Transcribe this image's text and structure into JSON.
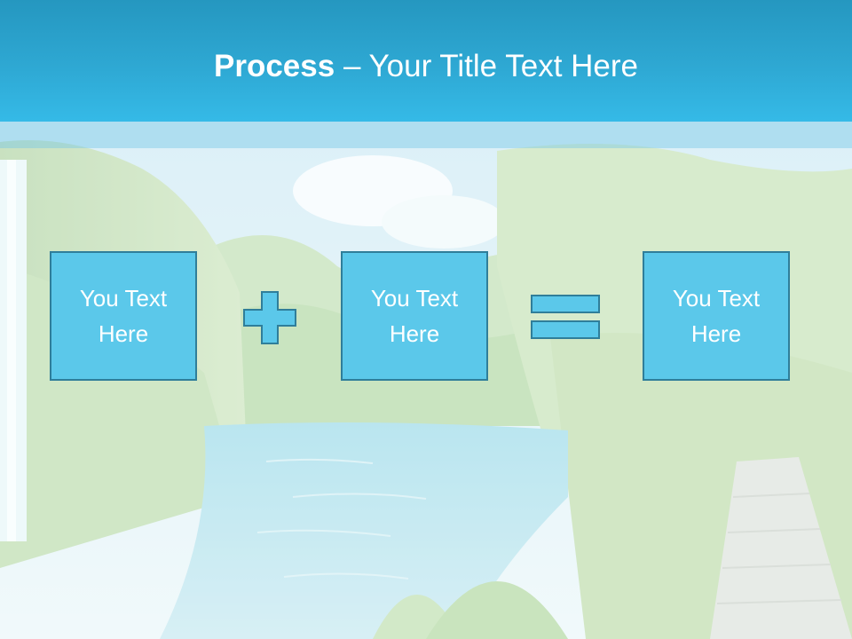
{
  "slide": {
    "title_bold": "Process",
    "title_rest": " – Your Title Text Here"
  },
  "process": {
    "boxes": [
      {
        "text": "You Text\nHere"
      },
      {
        "text": "You Text\nHere"
      },
      {
        "text": "You Text\nHere"
      }
    ],
    "operators": [
      "plus-icon",
      "equals-icon"
    ]
  },
  "colors": {
    "title_bar": "#2ea8d3",
    "box_fill": "#5bc8ea",
    "box_border": "#2f7e9a",
    "text": "#ffffff"
  }
}
